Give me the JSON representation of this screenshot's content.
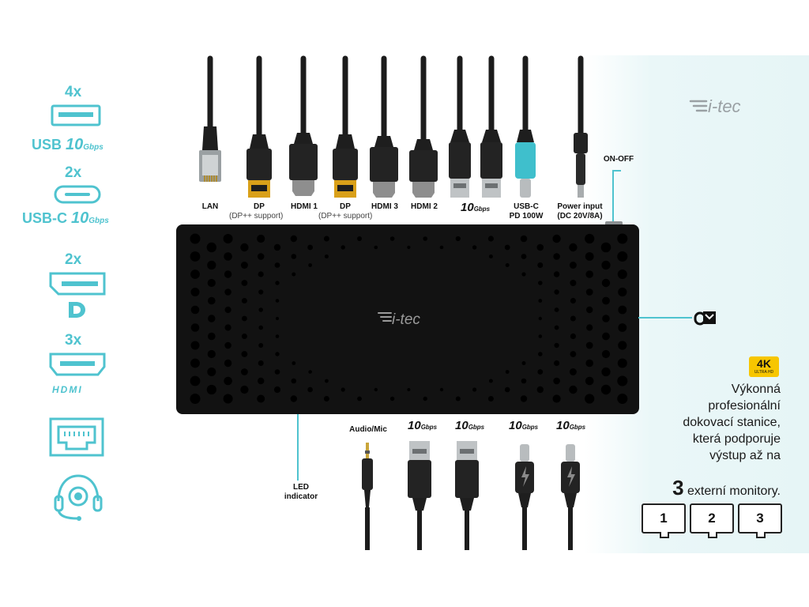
{
  "sidebar": {
    "usb": {
      "count": "4x",
      "label": "USB",
      "speed": "10",
      "unit": "Gbps"
    },
    "usbc": {
      "count": "2x",
      "label": "USB-C",
      "speed": "10",
      "unit": "Gbps"
    },
    "dp": {
      "count": "2x"
    },
    "hdmi": {
      "count": "3x",
      "label": "HDMI"
    }
  },
  "brand": {
    "name": "i-tec"
  },
  "top_ports": [
    {
      "label": "LAN"
    },
    {
      "label": "DP",
      "sub": "(DP++ support)"
    },
    {
      "label": "HDMI 1"
    },
    {
      "label": "DP",
      "sub": "(DP++ support)"
    },
    {
      "label": "HDMI 3"
    },
    {
      "label": "HDMI 2"
    },
    {
      "label": "USB-C",
      "label2": "PD 100W"
    },
    {
      "label": "Power input",
      "label2": "(DC 20V/8A)"
    },
    {
      "label": "ON-OFF"
    }
  ],
  "speed_tags": {
    "value": "10",
    "unit": "Gbps"
  },
  "bottom_ports": [
    {
      "label": "Audio/Mic"
    }
  ],
  "led": {
    "line1": "LED",
    "line2": "indicator"
  },
  "badge": {
    "main": "4K",
    "sub": "ULTRA HD"
  },
  "description": {
    "line1": "Výkonná",
    "line2": "profesionální",
    "line3": "dokovací stanice,",
    "line4": "která  podporuje",
    "line5": "výstup až na"
  },
  "monitors": {
    "count": "3",
    "text": "externí monitory.",
    "items": [
      "1",
      "2",
      "3"
    ]
  },
  "colors": {
    "accent": "#4fc3cf",
    "dock": "#121212",
    "badge": "#f7c600"
  }
}
